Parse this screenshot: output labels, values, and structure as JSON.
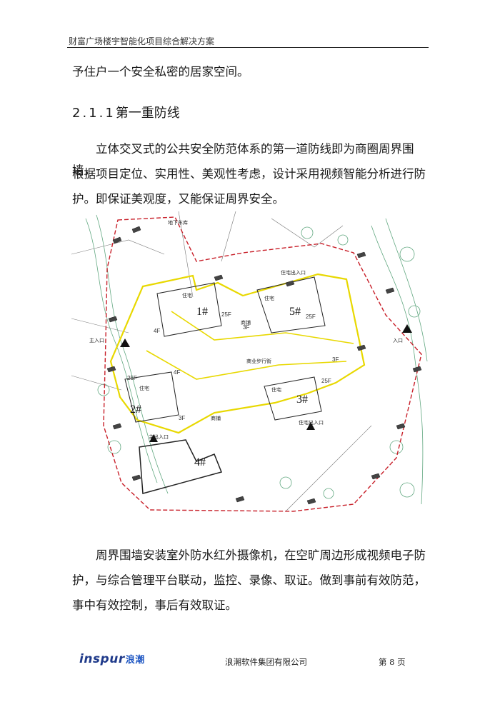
{
  "header": {
    "title": "财富广场楼宇智能化项目综合解决方案"
  },
  "body": {
    "intro_line": "予住户一个安全私密的居家空间。",
    "section_heading": {
      "number": "2.1.1",
      "title": "第一重防线"
    },
    "paragraph_1_lines": [
      "立体交叉式的公共安全防范体系的第一道防线即为商圈周界围墙，",
      "根据项目定位、实用性、美观性考虑，设计采用视频智能分析进行防",
      "护。即保证美观度，又能保证周界安全。"
    ],
    "paragraph_2_lines": [
      "周界围墙安装室外防水红外摄像机，在空旷周边形成视频电子防",
      "护，与综合管理平台联动，监控、录像、取证。做到事前有效防范，",
      "事中有效控制，事后有效取证。"
    ]
  },
  "site_plan": {
    "buildings": [
      "1#",
      "2#",
      "3#",
      "4#",
      "5#"
    ],
    "floor_tags": [
      "25F",
      "25F",
      "25F",
      "25F",
      "4F",
      "4F",
      "3F",
      "3F",
      "3F"
    ],
    "labels": {
      "residential": "住宅",
      "shop": "商铺",
      "walkway": "商业步行街",
      "main_entrance": "主入口",
      "entrance": "入口",
      "gate_out": "住宅出入口",
      "main_gate": "主出入口",
      "parking": "地下车库"
    },
    "colors": {
      "perimeter": "#c8202a",
      "building_outline": "#e8d800",
      "greenery": "#2e8b57",
      "road": "#555555"
    }
  },
  "footer": {
    "logo_text": "inspur",
    "logo_cn": "浪潮",
    "company": "浪潮软件集团有限公司",
    "page": "第 8 页"
  }
}
